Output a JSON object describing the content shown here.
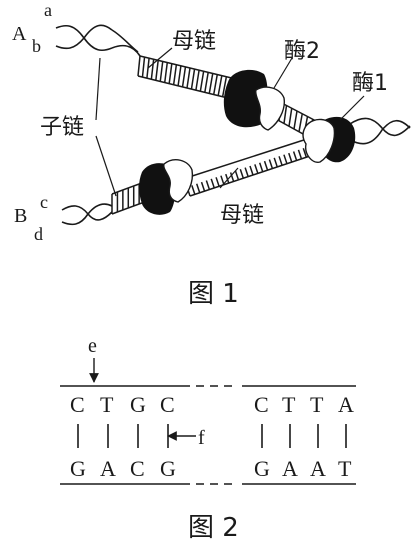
{
  "figure1": {
    "strand_label_A": "A",
    "strand_label_a": "a",
    "strand_label_b": "b",
    "strand_label_B": "B",
    "strand_label_c": "c",
    "strand_label_d": "d",
    "label_parent_top": "母链",
    "label_parent_bottom": "母链",
    "label_daughter": "子链",
    "label_enzyme1": "酶1",
    "label_enzyme2": "酶2",
    "caption": "图 1"
  },
  "figure2": {
    "marker_e": "e",
    "marker_f": "f",
    "top_left_bases": [
      "C",
      "T",
      "G",
      "C"
    ],
    "bottom_left_bases": [
      "G",
      "A",
      "C",
      "G"
    ],
    "top_right_bases": [
      "C",
      "T",
      "T",
      "A"
    ],
    "bottom_right_bases": [
      "G",
      "A",
      "A",
      "T"
    ],
    "caption": "图 2"
  }
}
